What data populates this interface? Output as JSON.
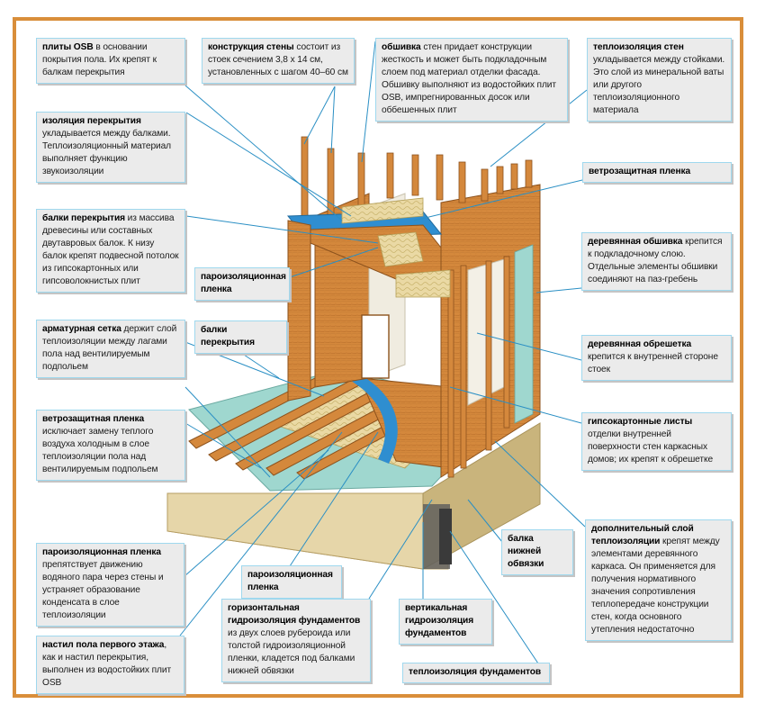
{
  "colors": {
    "frame": "#d98e3a",
    "label_bg": "#ebebeb",
    "label_border": "#9fd8ee",
    "leader_line": "#2a8fc4",
    "wood": "#d4883c",
    "wood_dark": "#a35e22",
    "insulation": "#ead9a4",
    "membrane": "#2f8ed0",
    "foundation": "#d8c89a",
    "gypsum": "#eeeeee"
  },
  "labels": [
    {
      "id": "osb-floor",
      "bold": "плиты OSB",
      "text": " в основании покрытия пола. Их крепят к балкам перекрытия"
    },
    {
      "id": "wall-construction",
      "bold": "конструкция стены",
      "text": " состоит из стоек сечением 3,8 x 14 см, установленных с шагом 40–60 см"
    },
    {
      "id": "cladding",
      "bold": "обшивка",
      "text": " стен придает конструкции жесткость и может быть подкладочным слоем под материал отделки фасада. Обшивку выполняют из водостойких плит OSB, импрегнированных досок или оббешенных плит"
    },
    {
      "id": "wall-insulation",
      "bold": "теплоизоляция стен",
      "text": " укладывается между стойками. Это слой из минеральной ваты или другого теплоизоляционного материала"
    },
    {
      "id": "floor-insulation",
      "bold": "изоляция перекрытия",
      "text": " укладывается между балками. Теплоизоляционный материал выполняет функцию звукоизоляции"
    },
    {
      "id": "wind-film-top",
      "bold": "ветрозащитная пленка",
      "text": ""
    },
    {
      "id": "floor-beams-main",
      "bold": "балки перекрытия",
      "text": " из массива древесины или составных двутавровых балок. К низу балок крепят подвесной потолок из гипсокартонных или гипсоволокнистых плит"
    },
    {
      "id": "vapor-film-mid",
      "bold": "пароизоляционная пленка",
      "text": ""
    },
    {
      "id": "wood-boarding",
      "bold": "деревянная обшивка",
      "text": " крепится к подкладочному слою. Отдельные элементы обшивки соединяют на паз-гребень"
    },
    {
      "id": "reinforcing-mesh",
      "bold": "арматурная сетка",
      "text": " держит слой теплоизоляции между лагами пола над вентилируемым подпольем"
    },
    {
      "id": "floor-beams-small",
      "bold": "балки перекрытия",
      "text": ""
    },
    {
      "id": "wood-lathing",
      "bold": "деревянная обрешетка",
      "text": " крепится к внутренней стороне стоек"
    },
    {
      "id": "wind-film-floor",
      "bold": "ветрозащитная пленка",
      "text": " исключает замену теплого воздуха холодным в слое теплоизоляции пола над вентилируемым подпольем"
    },
    {
      "id": "gypsum-sheets",
      "bold": "гипсокартонные листы",
      "text": " отделки внутренней поверхности стен каркасных домов; их крепят к обрешетке"
    },
    {
      "id": "bottom-beam",
      "bold": "балка нижней обвязки",
      "text": ""
    },
    {
      "id": "extra-insulation",
      "bold": "дополнительный слой теплоизоляции",
      "text": " крепят между элементами деревянного каркаса. Он применяется для получения нормативного значения сопротивления теплопередаче конструкции стен, когда основного утепления недостаточно"
    },
    {
      "id": "vapor-film-left",
      "bold": "пароизоляционная пленка",
      "text": " препятствует движению водяного пара через стены и устраняет образование конденсата в слое теплоизоляции"
    },
    {
      "id": "vapor-film-bottom",
      "bold": "пароизоляционная пленка",
      "text": ""
    },
    {
      "id": "horizontal-waterproofing",
      "bold": "горизонтальная гидроизоляция фундаментов",
      "text": " из двух слоев рубероида или толстой гидроизоляционной пленки, кладется под балками нижней обвязки"
    },
    {
      "id": "vertical-waterproofing",
      "bold": "вертикальная гидроизоляция фундаментов",
      "text": ""
    },
    {
      "id": "first-floor-deck",
      "bold": "настил пола первого этажа",
      "text": ", как и настил перекрытия, выполнен из водостойких плит OSB"
    },
    {
      "id": "foundation-insulation",
      "bold": "теплоизоляция фундаментов",
      "text": ""
    }
  ]
}
